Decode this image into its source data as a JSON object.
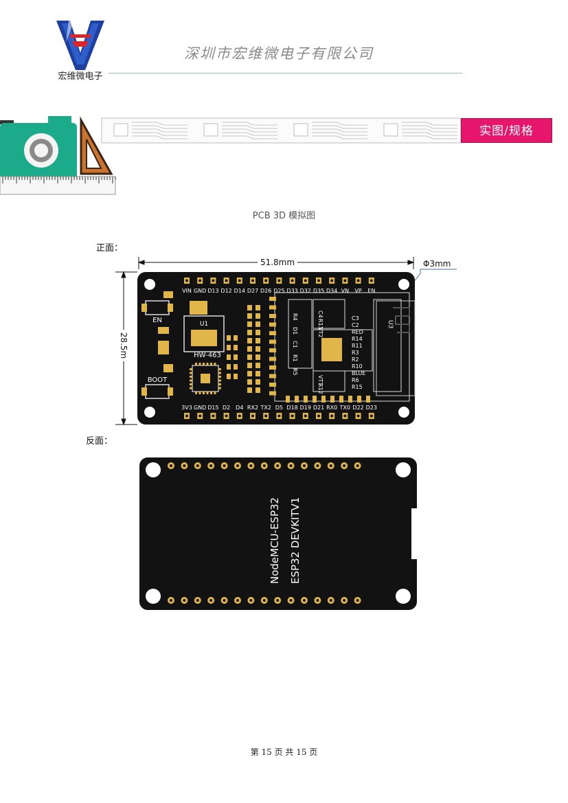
{
  "header": {
    "logo_caption": "宏维微电子",
    "company_name": "深圳市宏维微电子有限公司",
    "section_tab": "实图/规格"
  },
  "figure": {
    "caption": "PCB 3D 模拟图",
    "front_label": "正面：",
    "back_label": "反面：",
    "width_dimension": "51.8mm",
    "height_dimension": "28.5m",
    "hole_dimension": "Φ3mm"
  },
  "front_board": {
    "top_pins": [
      "VIN",
      "GND",
      "D13",
      "D12",
      "D14",
      "D27",
      "D26",
      "D25",
      "D33",
      "D32",
      "D35",
      "D34",
      "VN",
      "VP",
      "EN"
    ],
    "bottom_pins": [
      "3V3",
      "GND",
      "D15",
      "D2",
      "D4",
      "RX2",
      "TX2",
      "D5",
      "D18",
      "D19",
      "D21",
      "RX0",
      "TX0",
      "D22",
      "D23"
    ],
    "button_en": "EN",
    "button_boot": "BOOT",
    "u1_label": "U1",
    "chip_label": "HW-463",
    "module_labels_left": [
      "R4",
      "D1",
      "C1",
      "R1",
      "R5"
    ],
    "module_labels_mid": [
      "C4",
      "R13",
      "VT2",
      "VT1",
      "R12"
    ],
    "module_labels_right": [
      "C3",
      "C2",
      "RED",
      "R14",
      "R11",
      "R3",
      "R2",
      "R10",
      "BLUE",
      "R6",
      "R15"
    ],
    "antenna_label": "U3"
  },
  "back_board": {
    "line1": "NodeMCU-ESP32",
    "line2": "ESP32 DEVKITV1"
  },
  "footer": {
    "page_text": "第 15 页 共 15 页"
  },
  "colors": {
    "accent_tab": "#e5166c",
    "logo_blue": "#1f3fa0",
    "logo_red": "#d8262a",
    "camera_teal": "#1bab8a",
    "ruler_orange": "#c8742e",
    "pcb_black": "#121212",
    "pad_gold": "#e0b64a"
  }
}
